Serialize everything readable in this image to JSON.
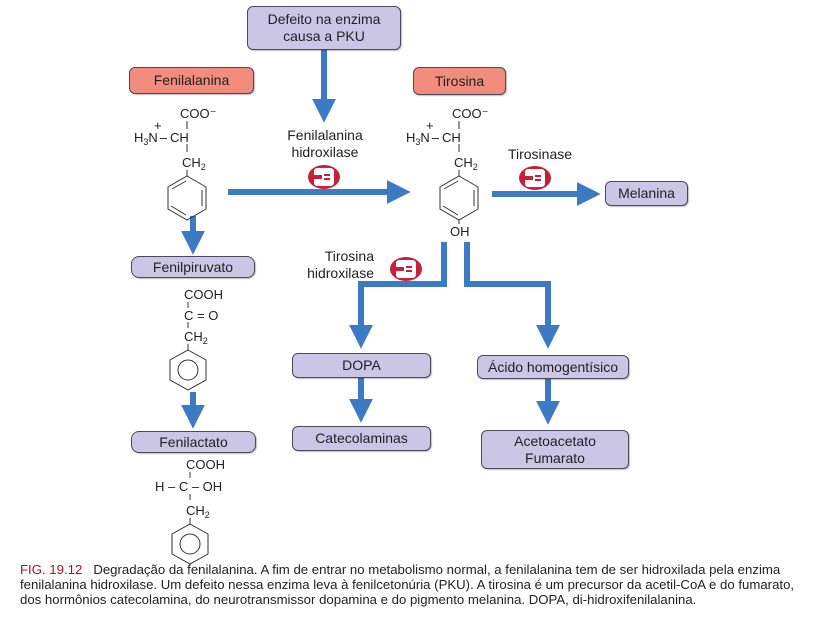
{
  "diagram": {
    "top_note": {
      "line1": "Defeito na enzima",
      "line2": "causa a PKU"
    },
    "compounds": {
      "fenilalanina": "Fenilalanina",
      "tirosina": "Tirosina",
      "melanina": "Melanina",
      "fenilpiruvato": "Fenilpiruvato",
      "fenilactato": "Fenilactato",
      "dopa": "DOPA",
      "catecolaminas": "Catecolaminas",
      "acido_homogentisico": "Ácido homogentísico",
      "acetoacetato": "Acetoacetato",
      "fumarato": "Fumarato"
    },
    "enzymes": {
      "fenilalanina_hidroxilase": {
        "line1": "Fenilalanina",
        "line2": "hidroxilase"
      },
      "tirosinase": "Tirosinase",
      "tirosina_hidroxilase": {
        "line1": "Tirosina",
        "line2": "hidroxilase"
      }
    },
    "structures": {
      "coo": "COO",
      "cooh": "COOH",
      "h3n": "H",
      "ch": "CH",
      "ch2": "CH",
      "oh": "OH",
      "c_eq_o": "C = O",
      "h_c_oh": "H – C – OH",
      "dash": "–"
    },
    "colors": {
      "arrow": "#3d7ac4",
      "purple_box": "#cbc5e6",
      "salmon_box": "#f28c7e",
      "enzyme_red": "#c8203c",
      "fig_label": "#a0142c"
    }
  },
  "caption": {
    "figure_label": "FIG. 19.12",
    "text": "Degradação da fenilalanina. A fim de entrar no metabolismo normal, a fenilalanina tem de ser hidroxilada pela enzima fenilalanina hidroxilase. Um defeito nessa enzima leva à fenilcetonúria (PKU). A tirosina é um precursor da acetil-CoA e do fumarato, dos hormônios catecolamina, do neurotransmissor dopamina e do pigmento melanina. DOPA, di-hidroxifenilalanina."
  }
}
